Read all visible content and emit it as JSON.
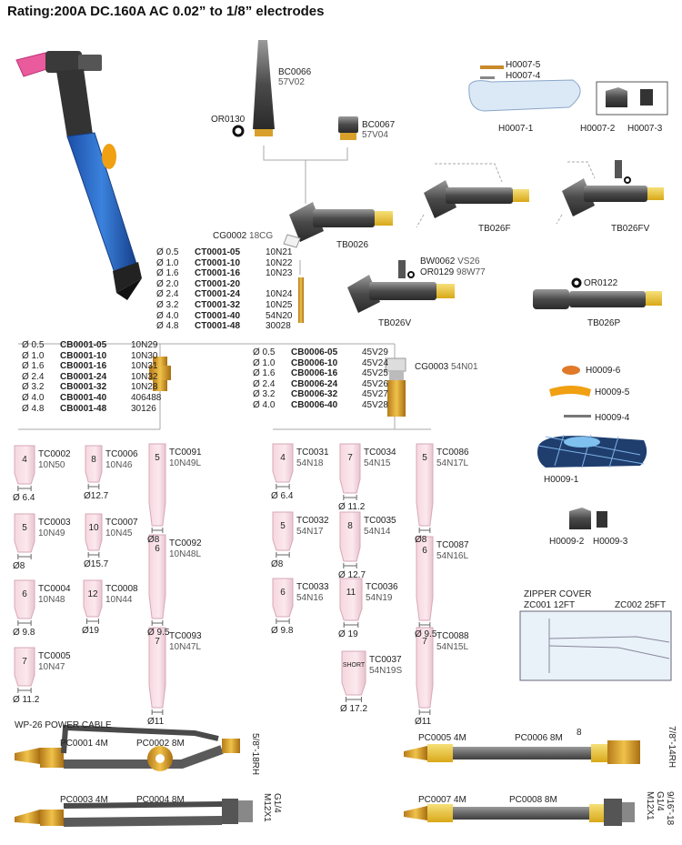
{
  "title": "Rating:200A DC.160A  AC 0.02”  to 1/8”  electrodes",
  "parts": {
    "bc0066": [
      "BC0066",
      "57V02"
    ],
    "or0130": "OR0130",
    "bc0067": [
      "BC0067",
      "57V04"
    ],
    "h0007_5": "H0007-5",
    "h0007_4": "H0007-4",
    "h0007_1": "H0007-1",
    "h0007_2": "H0007-2",
    "h0007_3": "H0007-3",
    "tb026f": "TB026F",
    "tb026fv": "TB026FV",
    "cg0002": [
      "CG0002",
      "18CG"
    ],
    "tb0026": "TB0026",
    "bw0062": [
      "BW0062",
      "VS26"
    ],
    "or0129": [
      "OR0129",
      "98W77"
    ],
    "tb026v": "TB026V",
    "or0122": "OR0122",
    "tb026p": "TB026P",
    "cg0003": [
      "CG0003",
      "54N01"
    ],
    "h0009_6": "H0009-6",
    "h0009_5": "H0009-5",
    "h0009_4": "H0009-4",
    "h0009_1": "H0009-1",
    "h0009_2": "H0009-2",
    "h0009_3": "H0009-3"
  },
  "collets": [
    [
      "Ø 0.5",
      "CT0001-05",
      "10N21"
    ],
    [
      "Ø 1.0",
      "CT0001-10",
      "10N22"
    ],
    [
      "Ø 1.6",
      "CT0001-16",
      "10N23"
    ],
    [
      "Ø 2.0",
      "CT0001-20",
      ""
    ],
    [
      "Ø 2.4",
      "CT0001-24",
      "10N24"
    ],
    [
      "Ø 3.2",
      "CT0001-32",
      "10N25"
    ],
    [
      "Ø 4.0",
      "CT0001-40",
      "54N20"
    ],
    [
      "Ø 4.8",
      "CT0001-48",
      "30028"
    ]
  ],
  "collet_bodies": [
    [
      "Ø 0.5",
      "CB0001-05",
      "10N29"
    ],
    [
      "Ø 1.0",
      "CB0001-10",
      "10N30"
    ],
    [
      "Ø 1.6",
      "CB0001-16",
      "10N31"
    ],
    [
      "Ø 2.4",
      "CB0001-24",
      "10N32"
    ],
    [
      "Ø 3.2",
      "CB0001-32",
      "10N28"
    ],
    [
      "Ø 4.0",
      "CB0001-40",
      "406488"
    ],
    [
      "Ø 4.8",
      "CB0001-48",
      "30126"
    ]
  ],
  "gas_lens": [
    [
      "Ø 0.5",
      "CB0006-05",
      "45V29"
    ],
    [
      "Ø 1.0",
      "CB0006-10",
      "45V24"
    ],
    [
      "Ø 1.6",
      "CB0006-16",
      "45V25"
    ],
    [
      "Ø 2.4",
      "CB0006-24",
      "45V26"
    ],
    [
      "Ø 3.2",
      "CB0006-32",
      "45V27"
    ],
    [
      "Ø 4.0",
      "CB0006-40",
      "45V28"
    ]
  ],
  "nozzles": [
    {
      "size": "4",
      "code": "TC0002",
      "alt": "10N50",
      "dia": "Ø 6.4"
    },
    {
      "size": "8",
      "code": "TC0006",
      "alt": "10N46",
      "dia": "Ø12.7"
    },
    {
      "size": "5",
      "code": "TC0091",
      "alt": "10N49L",
      "dia": "Ø8"
    },
    {
      "size": "5",
      "code": "TC0003",
      "alt": "10N49",
      "dia": "Ø8"
    },
    {
      "size": "10",
      "code": "TC0007",
      "alt": "10N45",
      "dia": "Ø15.7"
    },
    {
      "size": "6",
      "code": "TC0092",
      "alt": "10N48L",
      "dia": "Ø 9.5"
    },
    {
      "size": "6",
      "code": "TC0004",
      "alt": "10N48",
      "dia": "Ø 9.8"
    },
    {
      "size": "12",
      "code": "TC0008",
      "alt": "10N44",
      "dia": "Ø19"
    },
    {
      "size": "7",
      "code": "TC0093",
      "alt": "10N47L",
      "dia": "Ø11"
    },
    {
      "size": "7",
      "code": "TC0005",
      "alt": "10N47",
      "dia": "Ø 11.2"
    },
    {
      "size": "4",
      "code": "TC0031",
      "alt": "54N18",
      "dia": "Ø 6.4"
    },
    {
      "size": "7",
      "code": "TC0034",
      "alt": "54N15",
      "dia": "Ø 11.2"
    },
    {
      "size": "5",
      "code": "TC0086",
      "alt": "54N17L",
      "dia": "Ø8"
    },
    {
      "size": "5",
      "code": "TC0032",
      "alt": "54N17",
      "dia": "Ø8"
    },
    {
      "size": "8",
      "code": "TC0035",
      "alt": "54N14",
      "dia": "Ø 12.7"
    },
    {
      "size": "6",
      "code": "TC0087",
      "alt": "54N16L",
      "dia": "Ø 9.5"
    },
    {
      "size": "6",
      "code": "TC0033",
      "alt": "54N16",
      "dia": "Ø 9.8"
    },
    {
      "size": "11",
      "code": "TC0036",
      "alt": "54N19",
      "dia": "Ø 19"
    },
    {
      "size": "7",
      "code": "TC0088",
      "alt": "54N15L",
      "dia": "Ø11"
    },
    {
      "size": "SHORT",
      "code": "TC0037",
      "alt": "54N19S",
      "dia": "Ø 17.2"
    }
  ],
  "zipper": {
    "title": "ZIPPER COVER",
    "a": "ZC001 12FT",
    "b": "ZC002 25FT"
  },
  "cables": {
    "heading": "WP-26  POWER CABLE",
    "pc0001": "PC0001  4M",
    "pc0002": "PC0002  8M",
    "pc0003": "PC0003  4M",
    "pc0004": "PC0004  8M",
    "pc0005": "PC0005  4M",
    "pc0006": "PC0006  8M",
    "pc0007": "PC0007  4M",
    "pc0008": "PC0008  8M",
    "mark8": "8",
    "thread1": "5/8”-18RH",
    "thread2": "G1/4\nM12X1",
    "thread3": "7/8”-14RH",
    "thread4": "9/16”-18\nG1/4\nM12X1"
  },
  "colors": {
    "nozzle": "#f4dce4",
    "handle": "#2d68c4",
    "brass": "#d8a02a",
    "cable": "#6b6b6b"
  }
}
